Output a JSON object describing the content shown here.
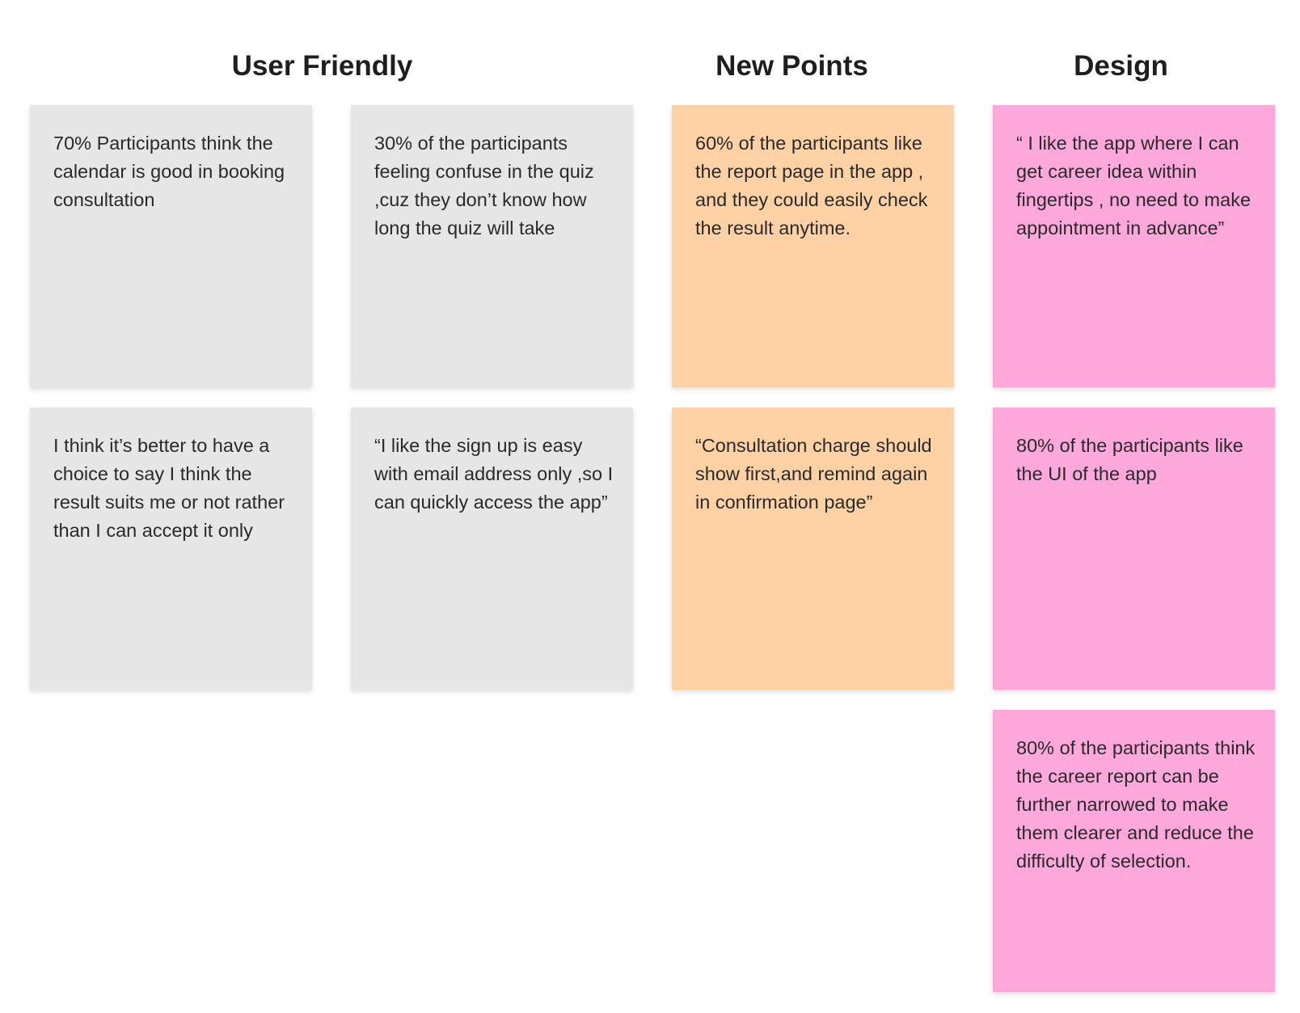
{
  "colors": {
    "grey": "#e6e6e6",
    "orange": "#ffd2a6",
    "pink": "#ffa8dc"
  },
  "groups": [
    {
      "title": "User Friendly"
    },
    {
      "title": "New Points"
    },
    {
      "title": "Design"
    }
  ],
  "notes": [
    {
      "group": "User Friendly",
      "color": "grey",
      "text": "70% Participants think the calendar is good in booking consultation"
    },
    {
      "group": "User Friendly",
      "color": "grey",
      "text": "30% of the participants feeling confuse in the quiz ,cuz they don’t know how long the quiz will take"
    },
    {
      "group": "User Friendly",
      "color": "grey",
      "text": "I think it’s better to have a choice to say I think the result suits me or not rather than I can accept it only"
    },
    {
      "group": "User Friendly",
      "color": "grey",
      "text": "“I like the sign up is easy with email address only ,so I can quickly access the app”"
    },
    {
      "group": "New Points",
      "color": "orange",
      "text": "60% of the participants like the report page in the app , and they could easily check the result anytime."
    },
    {
      "group": "New Points",
      "color": "orange",
      "text": "“Consultation charge should show first,and remind again in confirmation page”"
    },
    {
      "group": "Design",
      "color": "pink",
      "text": "“ I like the app where I can get career idea within fingertips , no need to make appointment in advance”"
    },
    {
      "group": "Design",
      "color": "pink",
      "text": "80% of the participants like the UI of the app"
    },
    {
      "group": "Design",
      "color": "pink",
      "text": "80% of the participants think the career report can be further narrowed to make them clearer and reduce the difficulty of selection."
    }
  ]
}
